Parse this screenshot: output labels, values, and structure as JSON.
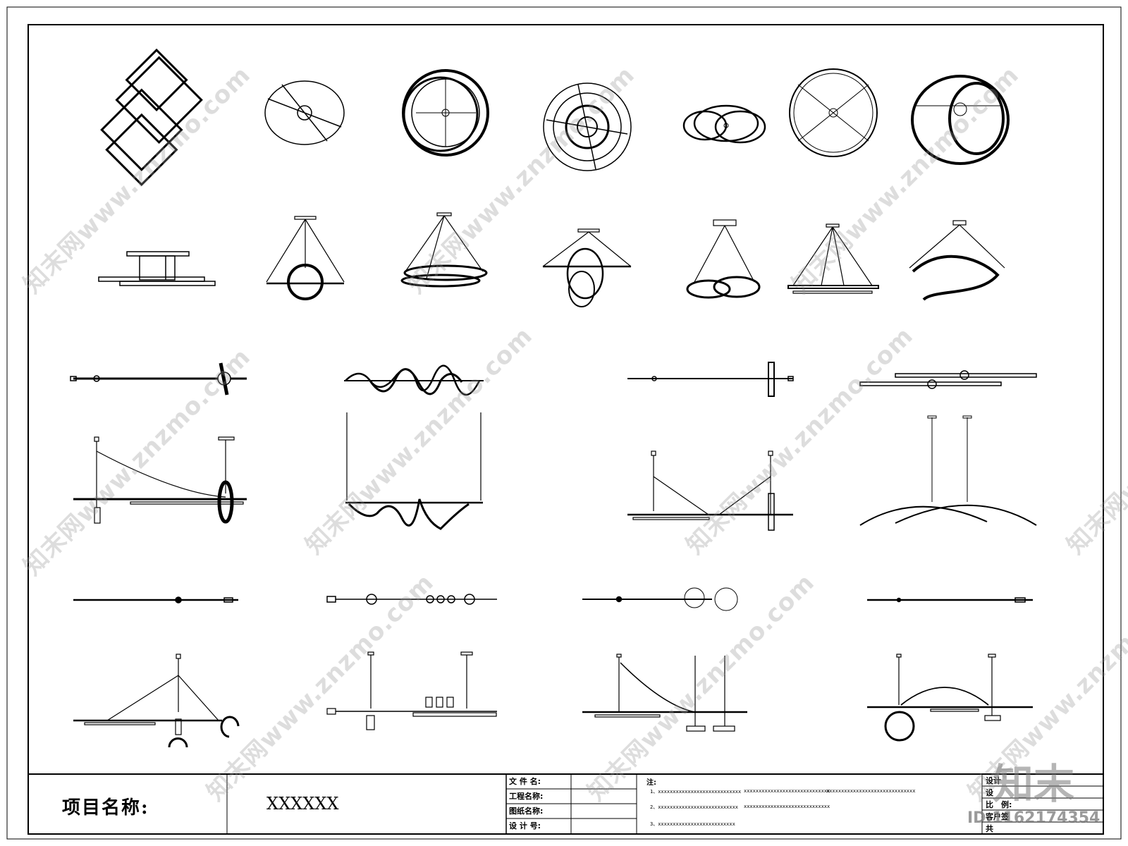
{
  "title_block": {
    "project_label": "项目名称:",
    "project_value": "XXXXXX",
    "fields": [
      {
        "label": "文 件 名:"
      },
      {
        "label": "工程名称:"
      },
      {
        "label": "图纸名称:"
      },
      {
        "label": "设 计 号:"
      }
    ],
    "notes_label": "注:",
    "notes": [
      "1、xxxxxxxxxxxxxxxxxxxxxxxxxxxx",
      "xxxxxxxxxxxxxxxxxxxxxxxxxxxxx",
      "xxxxxxxxxxxxxxxxxxxxxxxxxxxxxx",
      "2、xxxxxxxxxxxxxxxxxxxxxxxxxxx",
      "xxxxxxxxxxxxxxxxxxxxxxxxxxxxx",
      "3、xxxxxxxxxxxxxxxxxxxxxxxxxx"
    ],
    "right_fields": [
      {
        "label": "设计"
      },
      {
        "label": "设"
      },
      {
        "label": "比　例:"
      },
      {
        "label": "客户签"
      },
      {
        "label": "共"
      }
    ]
  },
  "watermarks": {
    "site": "知末网www.znzmo.com",
    "brand": "知末",
    "id": "ID:1162174354"
  }
}
